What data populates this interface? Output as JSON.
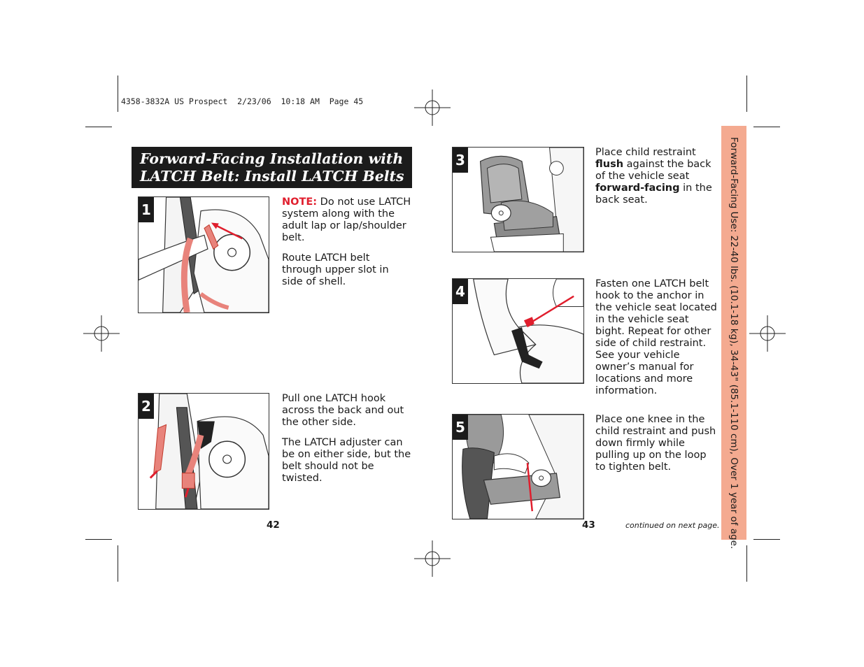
{
  "slug": "4358-3832A US Prospect  2/23/06  10:18 AM  Page 45",
  "title": "Forward-Facing Installation with LATCH Belt: Install LATCH Belts",
  "title_line1": "Forward-Facing Installation with",
  "title_line2": "LATCH Belt: Install LATCH Belts",
  "side_tab": "Forward-Facing Use: 22-40 lbs. (10.1-18 kg), 34-43\" (85.1-110 cm), Over 1 year of age.",
  "colors": {
    "accent_red": "#e01e2d",
    "tab_salmon": "#f4aa90",
    "title_bg": "#1b1b1b"
  },
  "steps": [
    {
      "number": "1",
      "note_label": "NOTE:",
      "note_text": " Do not use LATCH system along with the adult lap or lap/shoulder belt.",
      "text": "Route LATCH belt through upper slot in side of shell."
    },
    {
      "number": "2",
      "text": "Pull one LATCH hook across the back and out the other side.",
      "text2": "The LATCH adjuster can be on either side, but the belt should not be twisted."
    },
    {
      "number": "3",
      "t1": "Place child restraint ",
      "b1": "flush",
      "t2": " against the back of the vehicle seat ",
      "b2": "forward-facing",
      "t3": " in the back seat."
    },
    {
      "number": "4",
      "text": "Fasten one LATCH belt hook to the anchor in the vehicle seat located in the vehicle seat bight. Repeat for other side of child restraint.  See your vehicle owner’s manual for locations and more information."
    },
    {
      "number": "5",
      "text": "Place one knee in the child restraint and push down firmly while pulling up on the loop to tighten belt."
    }
  ],
  "page_left": "42",
  "page_right": "43",
  "continued": "continued on next page."
}
